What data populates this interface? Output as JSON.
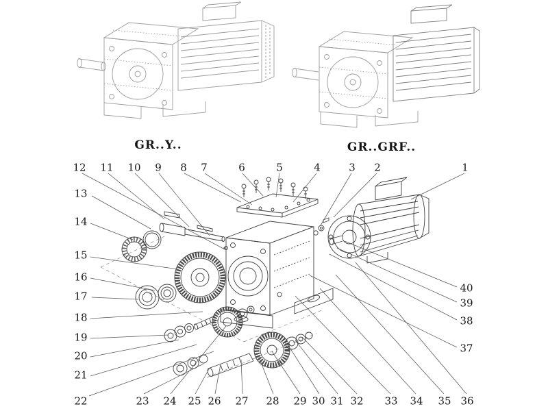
{
  "titles": {
    "left": "GR..Y..",
    "right": "GR..GRF.."
  },
  "callouts": {
    "top": [
      "12",
      "11",
      "10",
      "9",
      "8",
      "7",
      "6",
      "5",
      "4",
      "3",
      "2",
      "1"
    ],
    "left": [
      "13",
      "14",
      "15",
      "16",
      "17",
      "18",
      "19",
      "20",
      "21",
      "22"
    ],
    "bottom": [
      "23",
      "24",
      "25",
      "26",
      "27",
      "28",
      "29",
      "30",
      "31",
      "32",
      "33",
      "34",
      "35",
      "36"
    ],
    "right": [
      "40",
      "39",
      "38",
      "37"
    ]
  },
  "figure": {
    "left_view": "gearmotor-foot-mounted-with-fan",
    "right_view": "gearmotor-foot-mounted-compact-motor",
    "main_view": "exploded-parts-diagram"
  },
  "colors": {
    "line_dark": "#3c3c3c",
    "line_light": "#9b9b9b",
    "text": "#171717"
  }
}
